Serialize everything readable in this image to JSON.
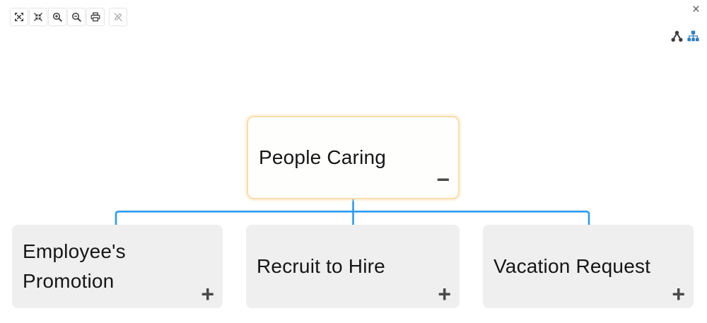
{
  "window": {
    "close_glyph": "×",
    "close_icon": "close-icon"
  },
  "toolbar": {
    "buttons": [
      {
        "name": "expand",
        "icon": "expand-arrows-icon",
        "disabled": false
      },
      {
        "name": "compress",
        "icon": "compress-arrows-icon",
        "disabled": false
      },
      {
        "name": "zoom-in",
        "icon": "zoom-in-icon",
        "disabled": false
      },
      {
        "name": "zoom-out",
        "icon": "zoom-out-icon",
        "disabled": false
      },
      {
        "name": "print",
        "icon": "print-icon",
        "disabled": false
      },
      {
        "name": "edit",
        "icon": "edit-disabled-icon",
        "disabled": true
      }
    ]
  },
  "view_switcher": {
    "options": [
      {
        "name": "mindmap-view",
        "icon": "mindmap-icon",
        "color": "#3d3d3d"
      },
      {
        "name": "orgchart-view",
        "icon": "sitemap-icon",
        "color": "#2f7dc3"
      }
    ]
  },
  "chart": {
    "root": {
      "label": "People Caring",
      "toggle": "−"
    },
    "children": [
      {
        "label": "Employee's Promotion",
        "toggle": "+"
      },
      {
        "label": "Recruit to Hire",
        "toggle": "+"
      },
      {
        "label": "Vacation Request",
        "toggle": "+"
      }
    ]
  },
  "colors": {
    "connector_blue": "#2d9bf0",
    "root_border_orange": "#f8dcab",
    "child_node_gray": "#efefef",
    "toggle_gray": "#4a4a4a"
  }
}
